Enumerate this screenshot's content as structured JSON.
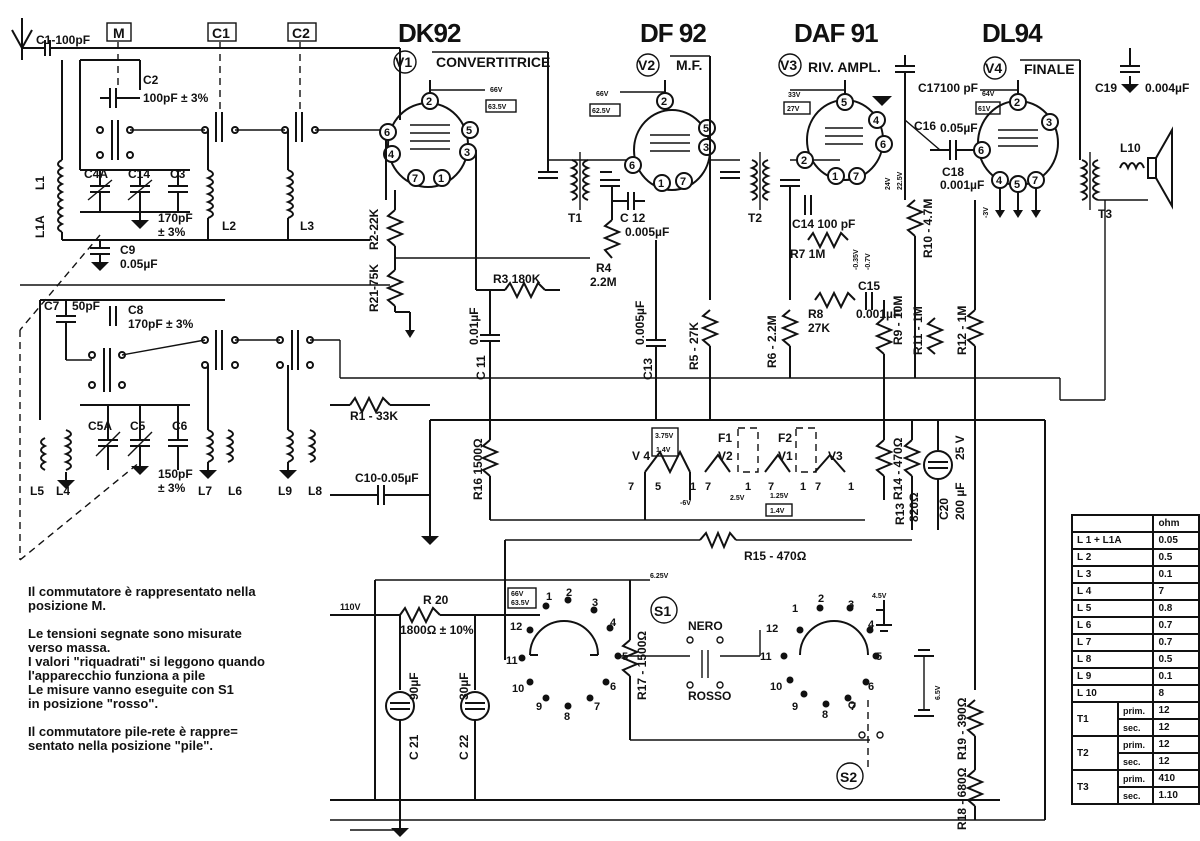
{
  "tubes": [
    {
      "id": "V1",
      "type": "DK92",
      "function": "CONVERTITRICE"
    },
    {
      "id": "V2",
      "type": "DF 92",
      "function": "M.F."
    },
    {
      "id": "V3",
      "type": "DAF 91",
      "function": "RIV. AMPL."
    },
    {
      "id": "V4",
      "type": "DL94",
      "function": "FINALE"
    }
  ],
  "band_boxes": [
    "M",
    "C1",
    "C2"
  ],
  "component_labels": {
    "c1": "C1-100pF",
    "c2": "C2",
    "c2_val": "100pF ± 3%",
    "c4a": "C4A",
    "c14": "C14",
    "c3": "C3",
    "c3_val": "170pF",
    "c3_tol": "± 3%",
    "l1": "L1",
    "l1a": "L1A",
    "l2": "L2",
    "l3": "L3",
    "c9": "C9",
    "c9_val": "0.05µF",
    "r2": "R2-22K",
    "r21": "R21-75K",
    "c7": "C7",
    "c7_val": "50pF",
    "c8": "C8",
    "c8_val": "170pF ± 3%",
    "c5a": "C5A",
    "c5": "C5",
    "c6": "C6",
    "c6_val": "150pF",
    "c6_tol": "± 3%",
    "l5": "L5",
    "l4": "L4",
    "l7": "L7",
    "l6": "L6",
    "l9": "L9",
    "l8": "L8",
    "r1": "R1 - 33K",
    "c10": "C10-0.05µF",
    "r16": "R16 1500Ω",
    "c11": "C 11",
    "c11_val": "0.01µF",
    "r3": "R3 180K",
    "t1": "T1",
    "c12": "C 12",
    "c12_val": "0.005µF",
    "r4": "R4",
    "r4_val": "2.2M",
    "c13": "C13",
    "c13_val": "0.005µF",
    "r5": "R5 - 27K",
    "t2": "T2",
    "c14b": "C14 100 pF",
    "r7": "R7 1M",
    "r6": "R6 - 2.2M",
    "r8": "R8",
    "r8_val": "27K",
    "c15": "C15",
    "c15_val": "0.001µF",
    "r9": "R9 - 10M",
    "r11": "R11 - 1M",
    "r10": "R10 - 4.7M",
    "c16": "C16",
    "c16_val": "0.05µF",
    "c17": "C17",
    "c17_val": "100 pF",
    "c18": "C18",
    "c18_val": "0.001µF",
    "r12": "R12 - 1M",
    "c19": "C19",
    "c19_val": "0.004µF",
    "l10": "L10",
    "t3": "T3",
    "f1": "F1",
    "f2": "F2",
    "v4": "V 4",
    "v2": "V2",
    "v1": "V1",
    "v3": "V3",
    "r14": "R14 - 470Ω",
    "r13": "R13",
    "r13_val": "820Ω",
    "c20": "C20",
    "c20_val": "200 µF",
    "c20_v": "25 V",
    "r15": "R15 - 470Ω",
    "r20": "R 20",
    "r20_val": "1800Ω ± 10%",
    "c21": "C 21",
    "c21_val": "90µF",
    "c22": "C 22",
    "c22_val": "30µF",
    "r17": "R17 - 1500Ω",
    "s1": "S1",
    "nero": "NERO",
    "rosso": "ROSSO",
    "s2": "S2",
    "r19": "R19 - 390Ω",
    "r18": "R18 - 680Ω",
    "v110": "110V",
    "v625": "6.25V"
  },
  "voltage_boxes": {
    "v1_anode": "63.5V",
    "v1_anode_top": "66V",
    "v2_anode": "62.5V",
    "v2_anode_top": "66V",
    "v3_anode": "27V",
    "v3_anode_top": "33V",
    "v4_anode": "61V",
    "v4_anode_top": "64V",
    "fil_a": "1.4V",
    "fil_a_top": "3.75V",
    "fil_b": "1.4V",
    "fil_b_top": "1.25V",
    "fil_c": "2.5V",
    "sw_box": "63.5V",
    "sw_box_top": "66V",
    "neg_v": "-6V",
    "v3_grid_box": "22.5V",
    "v3_grid_top": "24V",
    "v3_grid2": "-0.7V",
    "v3_grid2_top": "-0.35V",
    "v4_grid": "-3V",
    "c_bat": "4.5V",
    "c_bat2": "6.5V"
  },
  "switch_positions": [
    "1",
    "2",
    "3",
    "4",
    "5",
    "6",
    "7",
    "8",
    "9",
    "10",
    "11",
    "12"
  ],
  "notes": [
    [
      "Il commutatore è rappresentato nella",
      "posizione M."
    ],
    [
      "Le tensioni segnate sono misurate",
      "verso massa.",
      "I valori \"riquadrati\" si leggono quando",
      "l'apparecchio funziona a pile",
      "Le misure vanno eseguite con S1",
      "in posizione \"rosso\"."
    ],
    [
      "Il commutatore pile-rete è rappre=",
      "sentato nella posizione \"pile\"."
    ]
  ],
  "resistance_table": {
    "header": "ohm",
    "rows": [
      {
        "name": "L 1 + L1A",
        "value": "0.05"
      },
      {
        "name": "L 2",
        "value": "0.5"
      },
      {
        "name": "L 3",
        "value": "0.1"
      },
      {
        "name": "L 4",
        "value": "7"
      },
      {
        "name": "L 5",
        "value": "0.8"
      },
      {
        "name": "L 6",
        "value": "0.7"
      },
      {
        "name": "L 7",
        "value": "0.7"
      },
      {
        "name": "L 8",
        "value": "0.5"
      },
      {
        "name": "L 9",
        "value": "0.1"
      },
      {
        "name": "L 10",
        "value": "8"
      }
    ],
    "transformers": [
      {
        "name": "T1",
        "prim": "12",
        "sec": "12"
      },
      {
        "name": "T2",
        "prim": "12",
        "sec": "12"
      },
      {
        "name": "T3",
        "prim": "410",
        "sec": "1.10"
      }
    ],
    "prim_label": "prim.",
    "sec_label": "sec."
  }
}
